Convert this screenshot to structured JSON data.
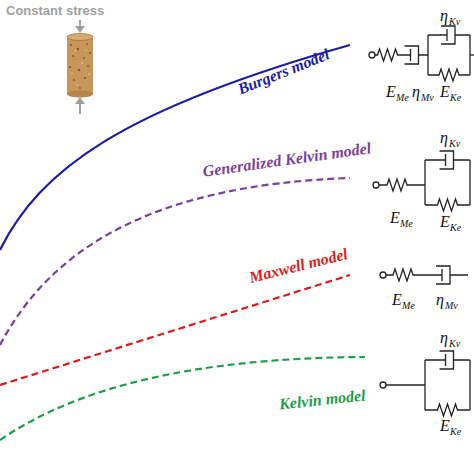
{
  "diagram": {
    "labels": [
      "Constant stress",
      "Burgers model",
      "η",
      "Kv",
      "E",
      "Me",
      "η",
      "Mv",
      "E",
      "Ke",
      "Generalized Kelvin model",
      "η",
      "Kv",
      "E",
      "Me",
      "E",
      "Ke",
      "Maxwell model",
      "E",
      "Me",
      "η",
      "Mv",
      "Kelvin model",
      "η",
      "Kv",
      "E",
      "Ke"
    ]
  }
}
